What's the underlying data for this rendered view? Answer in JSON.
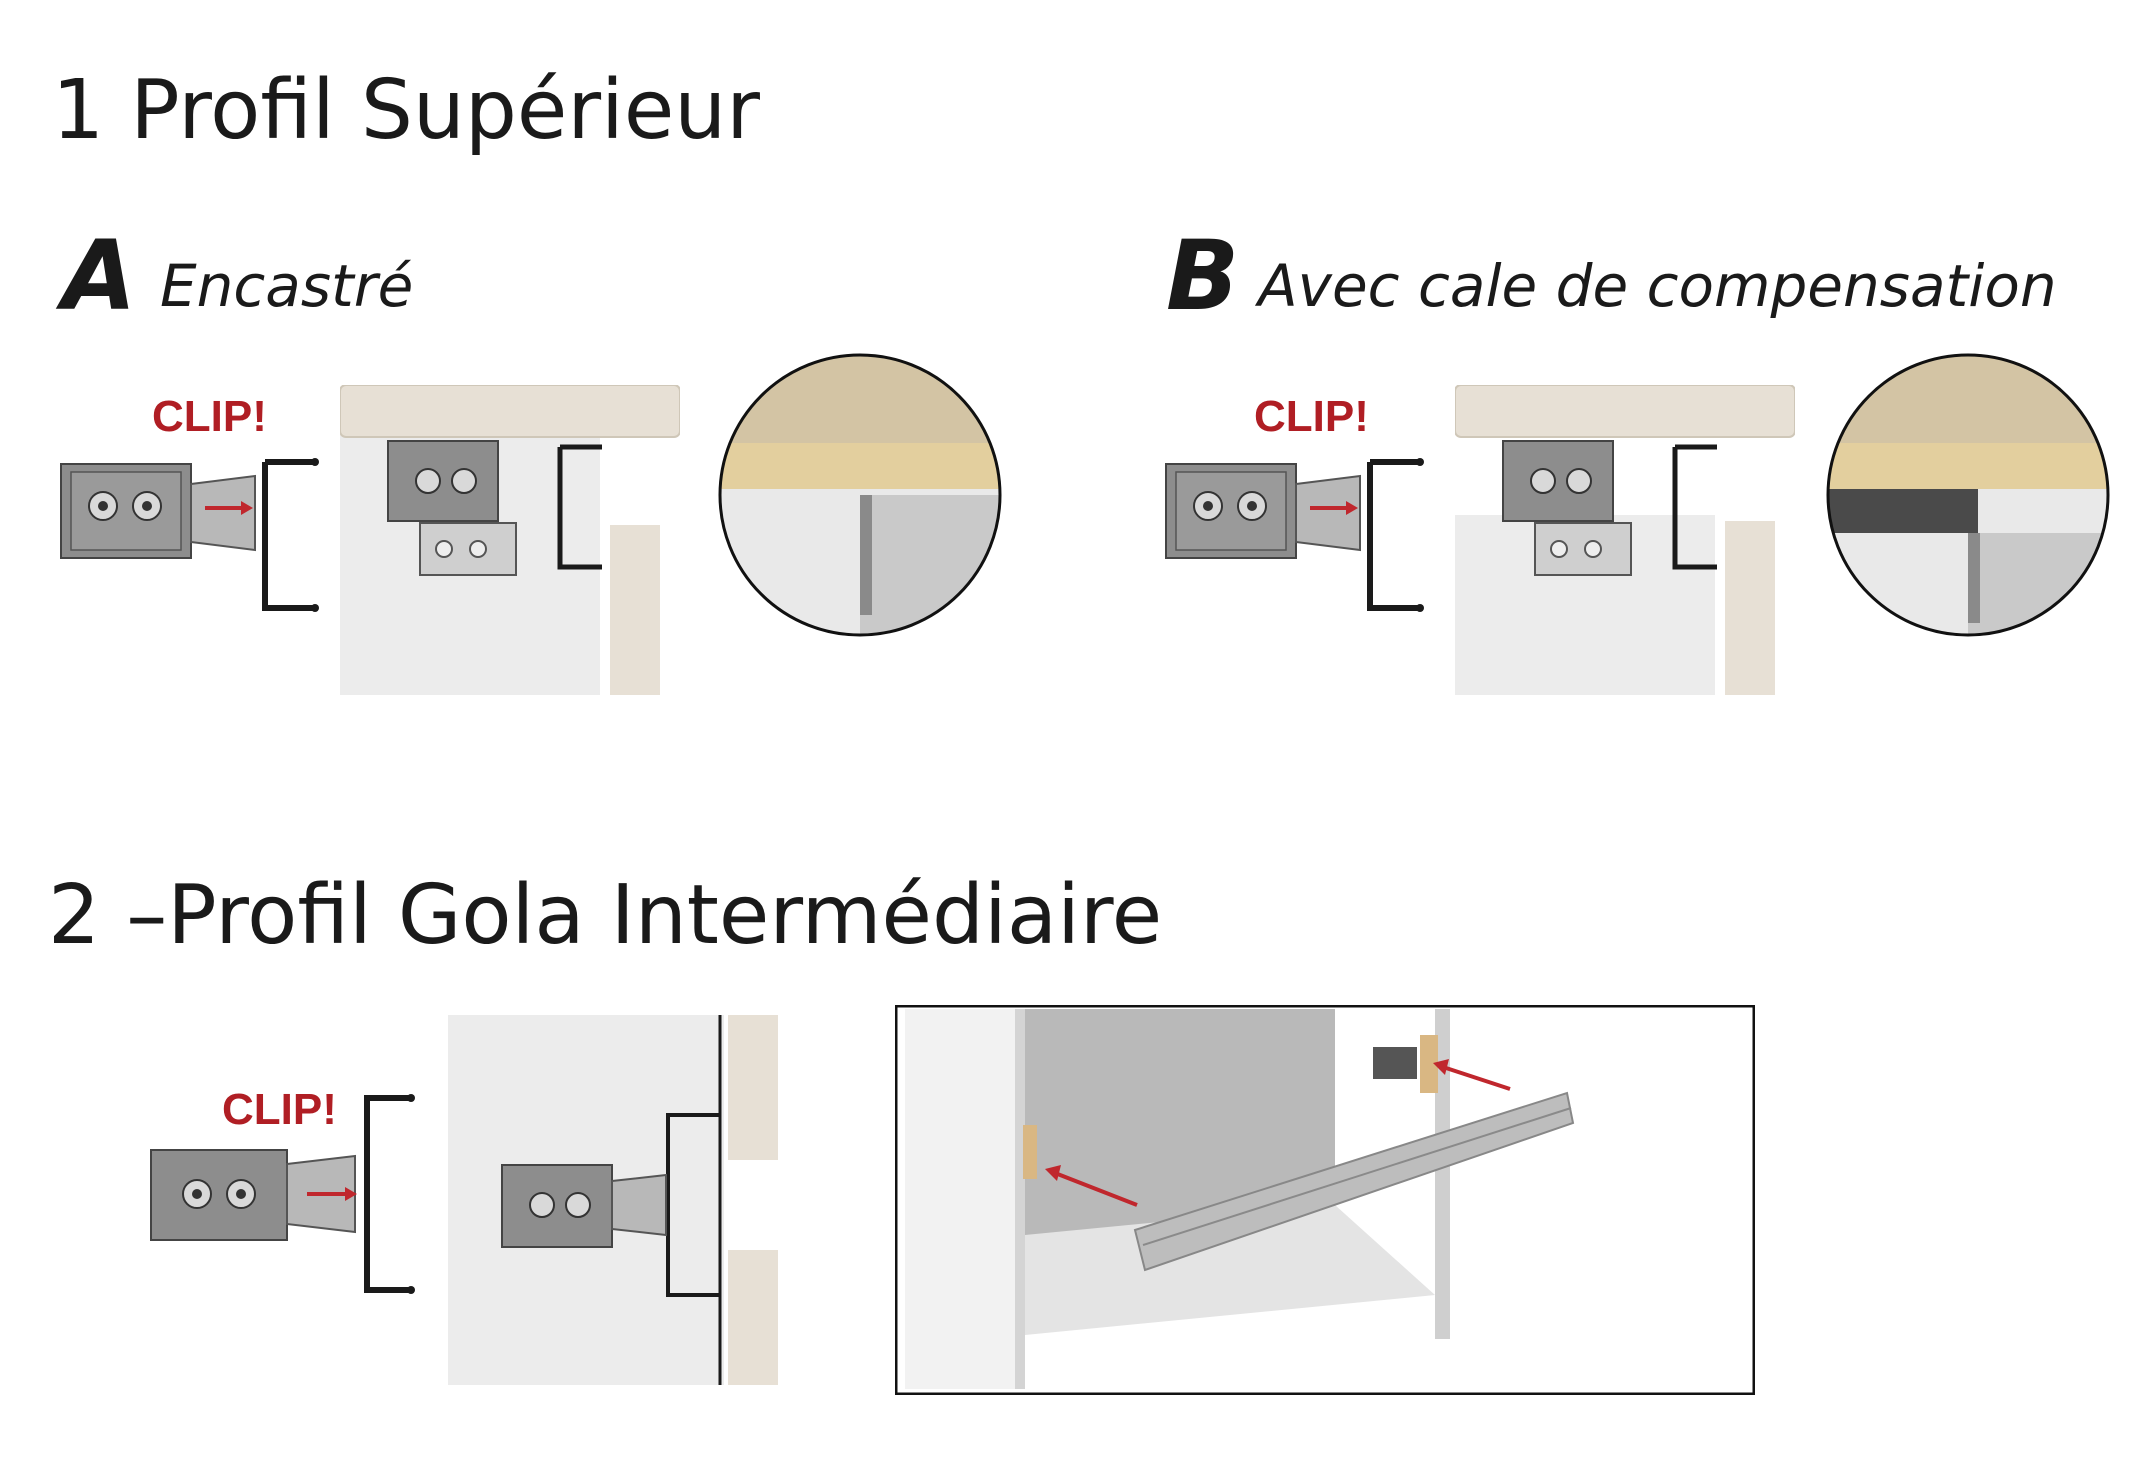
{
  "section1": {
    "title": "1 Profil Supérieur",
    "variant_a": {
      "letter": "A",
      "label": "Encastré",
      "clip": "CLIP!"
    },
    "variant_b": {
      "letter": "B",
      "label": "Avec cale de compensation",
      "clip": "CLIP!"
    }
  },
  "section2": {
    "title": "2 –Profil Gola Intermédiaire",
    "clip": "CLIP!"
  },
  "colors": {
    "clip_red": "#b01e24",
    "arrow_red": "#c0272d",
    "bracket_grey": "#8a8a8a",
    "cabinet_panel": "#ececec",
    "worktop_beige": "#e7e0d5",
    "wood_plank": "#dcc9a3",
    "profile_black": "#1a1a1a"
  }
}
